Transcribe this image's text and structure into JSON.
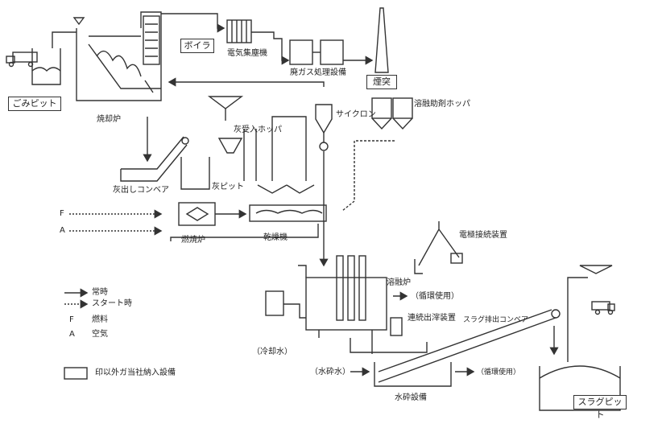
{
  "labels": {
    "gomi_pit": "ごみピット",
    "boiler": "ボイラ",
    "esp": "電気集塵機",
    "gas_treatment": "廃ガス処理設備",
    "chimney": "煙突",
    "incinerator": "焼却炉",
    "cyclone": "サイクロン",
    "melt_hopper": "溶融助剤ホッパ",
    "ash_hopper": "灰受入ホッパ",
    "ash_conveyor": "灰出しコンベア",
    "ash_pit": "灰ピット",
    "burner": "燃焼炉",
    "dryer": "乾燥機",
    "electrode": "電極接続装置",
    "melting_furnace": "溶融炉",
    "recycle_1": "（循環使用）",
    "tapping_device": "連続出滓装置",
    "slag_conveyor": "スラグ排出コンベア",
    "cooling_water": "（冷却水）",
    "granulation_water": "（水砕水）",
    "recycle_2": "（循環使用）",
    "granulation_equipment": "水砕設備",
    "slag_pit": "スラグピット",
    "fuel_in": "F",
    "air_in": "A"
  },
  "legend": {
    "normal_sym": "⇨",
    "normal": "常時",
    "startup_sym": "⇨",
    "startup": "スタート時",
    "f_key": "F",
    "f_text": "燃料",
    "a_key": "A",
    "a_text": "空気",
    "box_text": "印以外ガ当社納入設備"
  },
  "colors": {
    "line": "#333333",
    "background": "#ffffff"
  }
}
